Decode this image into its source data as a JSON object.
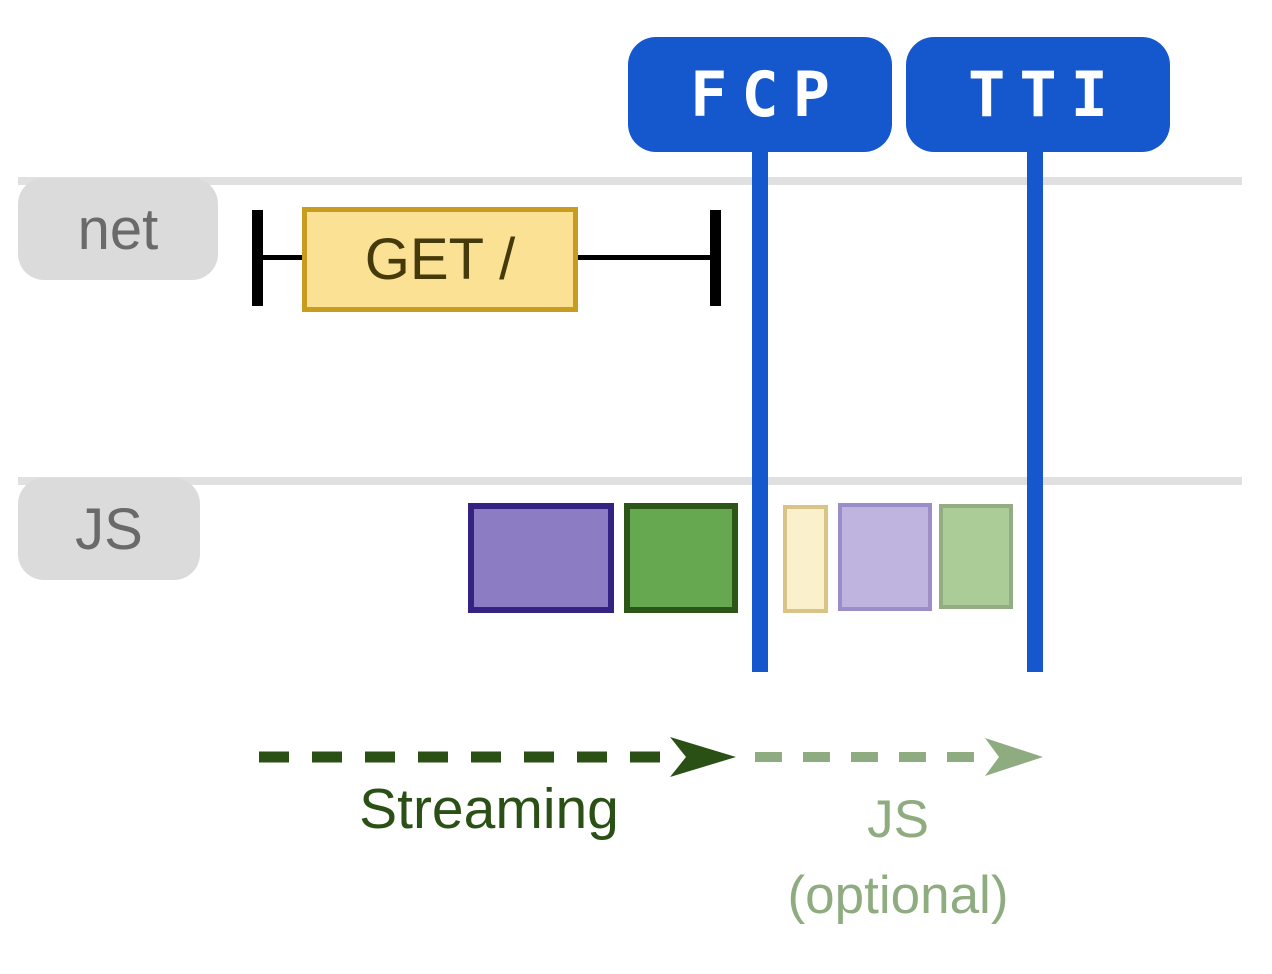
{
  "rows": [
    {
      "label": "net"
    },
    {
      "label": "JS"
    }
  ],
  "markers": [
    {
      "label": "FCP"
    },
    {
      "label": "TTI"
    }
  ],
  "network": {
    "request_label": "GET /"
  },
  "js_blocks": {
    "before_fcp_count": 2,
    "after_fcp_count": 3
  },
  "annotations": {
    "streaming": {
      "label": "Streaming"
    },
    "js_optional": {
      "line1": "JS",
      "line2": "(optional)"
    }
  },
  "colors": {
    "badge-blue": "#1557cd",
    "track-gray": "#e0e0e0",
    "label-gray-bg": "#dbdbdb",
    "label-gray-text": "#6a6a6a",
    "marker-black": "#000000",
    "net-bar-fill": "#fbe194",
    "net-bar-border": "#c79c1f",
    "net-bar-text": "#453a0b",
    "js-purple-fill": "#8b7cc4",
    "js-purple-border": "#352283",
    "js-green-fill": "#65a84f",
    "js-green-border": "#2b5617",
    "js-yellow-light-fill": "#fbf0cc",
    "js-yellow-light-border": "#d9c386",
    "js-purple-light-fill": "#beb4df",
    "js-purple-light-border": "#9b8dc7",
    "js-green-light-fill": "#abcb97",
    "js-green-light-border": "#93ac82",
    "streaming-green": "#2a5016",
    "js-optional-green": "#8fac80"
  }
}
